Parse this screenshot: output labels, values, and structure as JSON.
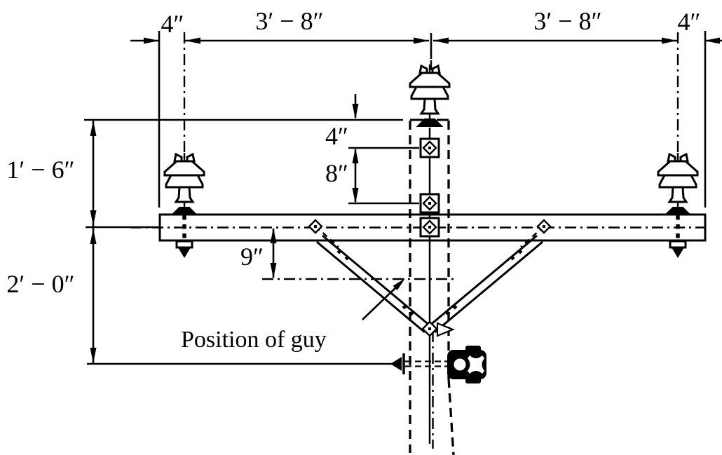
{
  "dimensions": {
    "top_left_offset": "4″",
    "top_left_span": "3′ − 8″",
    "top_right_span": "3′ − 8″",
    "top_right_offset": "4″",
    "left_upper": "1′ − 6″",
    "left_lower": "2′ − 0″",
    "pole_bolt_upper": "4″",
    "pole_bolt_spacing": "8″",
    "brace_drop": "9″"
  },
  "annotations": {
    "guy_label": "Position of guy"
  },
  "colors": {
    "line": "#000000",
    "background": "#ffffff"
  }
}
